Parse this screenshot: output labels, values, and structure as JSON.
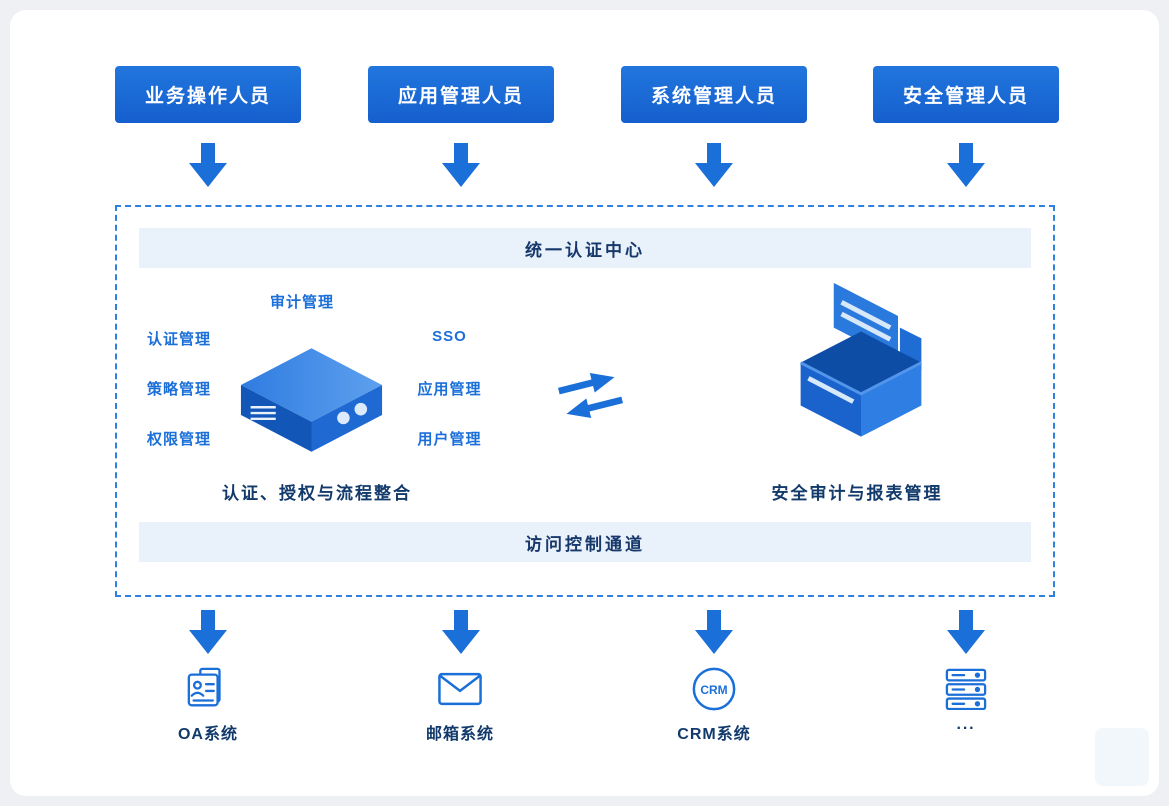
{
  "colors": {
    "primary": "#1b6fd8",
    "band_bg": "#e9f1fb",
    "dark_text": "#16386b"
  },
  "roles": [
    {
      "label": "业务操作人员"
    },
    {
      "label": "应用管理人员"
    },
    {
      "label": "系统管理人员"
    },
    {
      "label": "安全管理人员"
    }
  ],
  "auth_center": {
    "title": "统一认证中心",
    "access_band": "访问控制通道",
    "left": {
      "top_label": "审计管理",
      "left_labels": [
        {
          "label": "认证管理"
        },
        {
          "label": "策略管理"
        },
        {
          "label": "权限管理"
        }
      ],
      "right_labels": [
        {
          "label": "SSO"
        },
        {
          "label": "应用管理"
        },
        {
          "label": "用户管理"
        }
      ],
      "caption": "认证、授权与流程整合"
    },
    "right": {
      "caption": "安全审计与报表管理"
    }
  },
  "systems": [
    {
      "label": "OA系统"
    },
    {
      "label": "邮箱系统"
    },
    {
      "label": "CRM系统",
      "icon_text": "CRM"
    },
    {
      "label": "···"
    }
  ]
}
